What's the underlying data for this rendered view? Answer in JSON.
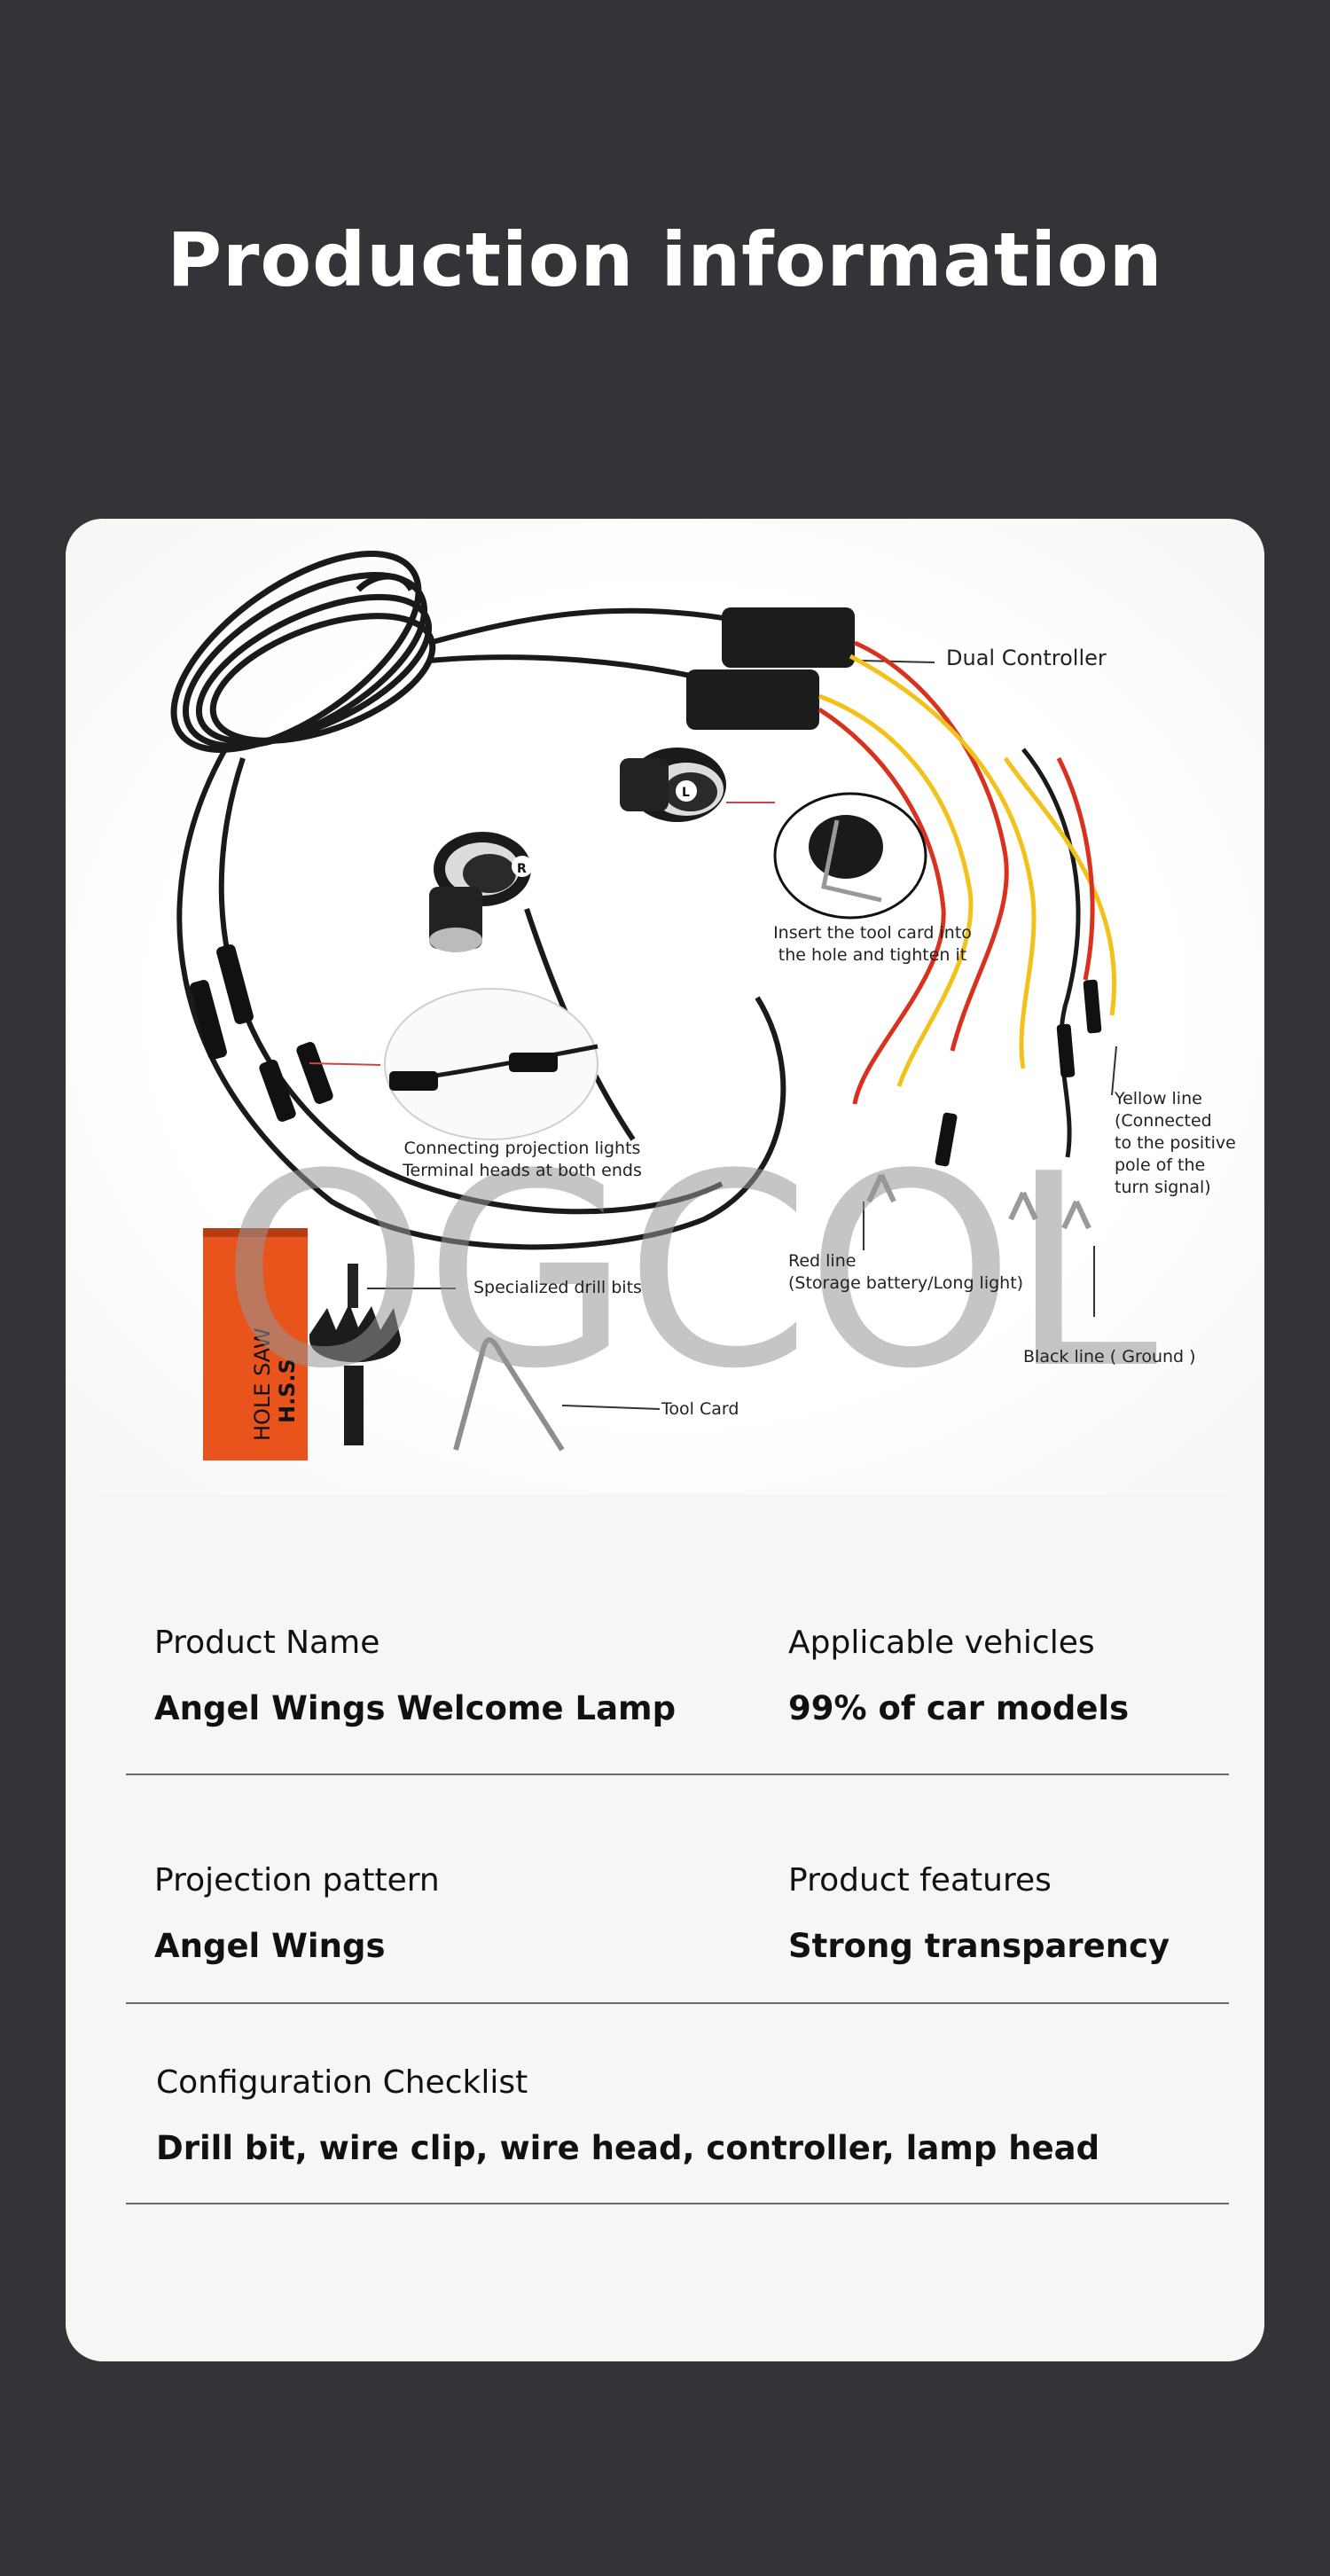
{
  "header": {
    "title": "Production information"
  },
  "product_image": {
    "watermark": "OGCOL",
    "annotations": {
      "dual_controller": "Dual Controller",
      "tool_card_insert_1": "Insert the tool card into",
      "tool_card_insert_2": "the hole and tighten it",
      "connecting_1": "Connecting projection lights",
      "connecting_2": "Terminal heads at both ends",
      "yellow_1": "Yellow line",
      "yellow_2": "(Connected",
      "yellow_3": "to the positive",
      "yellow_4": "pole of the",
      "yellow_5": "turn signal)",
      "red_1": "Red line",
      "red_2": "(Storage battery/Long light)",
      "black": "Black line ( Ground )",
      "drill_bits": "Specialized drill bits",
      "tool_card": "Tool Card",
      "box_text_1": "HOLE SAW",
      "box_text_2": "H.S.S",
      "lamp_r": "R",
      "lamp_l": "L"
    }
  },
  "specs": {
    "product_name": {
      "label": "Product Name",
      "value": "Angel Wings Welcome Lamp"
    },
    "applicable_vehicles": {
      "label": "Applicable vehicles",
      "value": "99% of car models"
    },
    "projection_pattern": {
      "label": "Projection pattern",
      "value": "Angel Wings"
    },
    "product_features": {
      "label": "Product features",
      "value": "Strong transparency"
    },
    "configuration_checklist": {
      "label": "Configuration Checklist",
      "value": "Drill bit, wire clip, wire head, controller, lamp head"
    }
  },
  "colors": {
    "background": "#333338",
    "card": "#f6f6f6",
    "wire_black": "#1a1a1a",
    "wire_red": "#d8321e",
    "wire_yellow": "#f2c21b",
    "box_orange": "#e8541c"
  }
}
